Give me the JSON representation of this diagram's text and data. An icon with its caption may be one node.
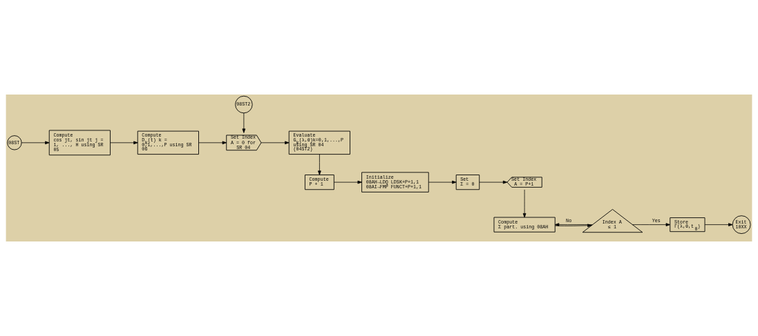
{
  "diagram": {
    "nodes": [
      {
        "text": [
          "08ST"
        ]
      },
      {
        "text": [
          "Compute",
          "cos jt, sin jt j = 1, ..., H using SR 05"
        ]
      },
      {
        "text": [
          "Compute",
          "D$_{k}$(t) k = 0,1,...,P using SR 06"
        ]
      },
      {
        "text": [
          "08ST2"
        ]
      },
      {
        "text": [
          "Set Index A = 0 for SR 04"
        ]
      },
      {
        "text": [
          "Evaluate",
          "G$_{k}$(λ,θ)k=0,1,...,P using SR 04 (04ST2)"
        ]
      },
      {
        "text": [
          "Compute",
          "P + 1"
        ]
      },
      {
        "text": [
          "Initialize",
          "08AH→LDQ LDSK+P+1,1 08AI→FMP FUNCT+P+1,1"
        ]
      },
      {
        "text": [
          "Set",
          "Σ = 0"
        ]
      },
      {
        "text": [
          "Set Index A = P+1"
        ]
      },
      {
        "text": [
          "Compute",
          "Σ part. using 08AH"
        ]
      },
      {
        "text": [
          "Index A ≤ 1"
        ]
      },
      {
        "text": [
          "Store",
          "Γ(λ,θ,t$_{0}$)"
        ]
      },
      {
        "text": [
          "Exit 10XX"
        ]
      }
    ],
    "edges": [
      {
        "from": 0,
        "to": 1,
        "arrow": "to"
      },
      {
        "from": 1,
        "to": 2,
        "arrow": "to"
      },
      {
        "from": 2,
        "to": 4,
        "arrow": "to"
      },
      {
        "from": 3,
        "to": 4,
        "arrow": "to"
      },
      {
        "from": 4,
        "to": 5,
        "arrow": "to"
      },
      {
        "from": 5,
        "to": 6,
        "arrow": "to"
      },
      {
        "from": 6,
        "to": 7,
        "arrow": "to"
      },
      {
        "from": 7,
        "to": 8,
        "arrow": "to"
      },
      {
        "from": 8,
        "to": 9,
        "arrow": "to"
      },
      {
        "from": 9,
        "to": 10,
        "arrow": "to"
      },
      {
        "from": 10,
        "to": 11,
        "arrow": "to"
      },
      {
        "from": 11,
        "to": 10,
        "arrow": "to",
        "label": "No"
      },
      {
        "from": 11,
        "to": 12,
        "arrow": "to",
        "label": "Yes"
      },
      {
        "from": 12,
        "to": 13,
        "arrow": "to"
      }
    ]
  }
}
